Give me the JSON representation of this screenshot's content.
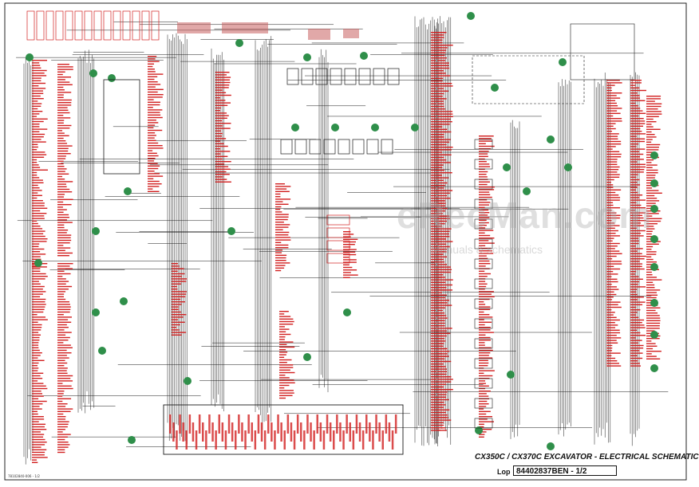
{
  "document": {
    "title": "CX350C / CX370C  EXCAVATOR - ELECTRICAL SCHEMATIC",
    "lop_label": "Lop",
    "document_number": "84402837BEN - 1/2",
    "footer_code": "78102840-006 - 1/2"
  },
  "watermark": {
    "text": "eRecMan.com",
    "subtext": "Manuals & schematics"
  },
  "colors": {
    "wire": "#1a1a1a",
    "label": "#d22020",
    "connector_fill": "#c86060",
    "badge_fill": "#2f8f4a",
    "badge_text": "#ffffff",
    "frame": "#222222"
  }
}
